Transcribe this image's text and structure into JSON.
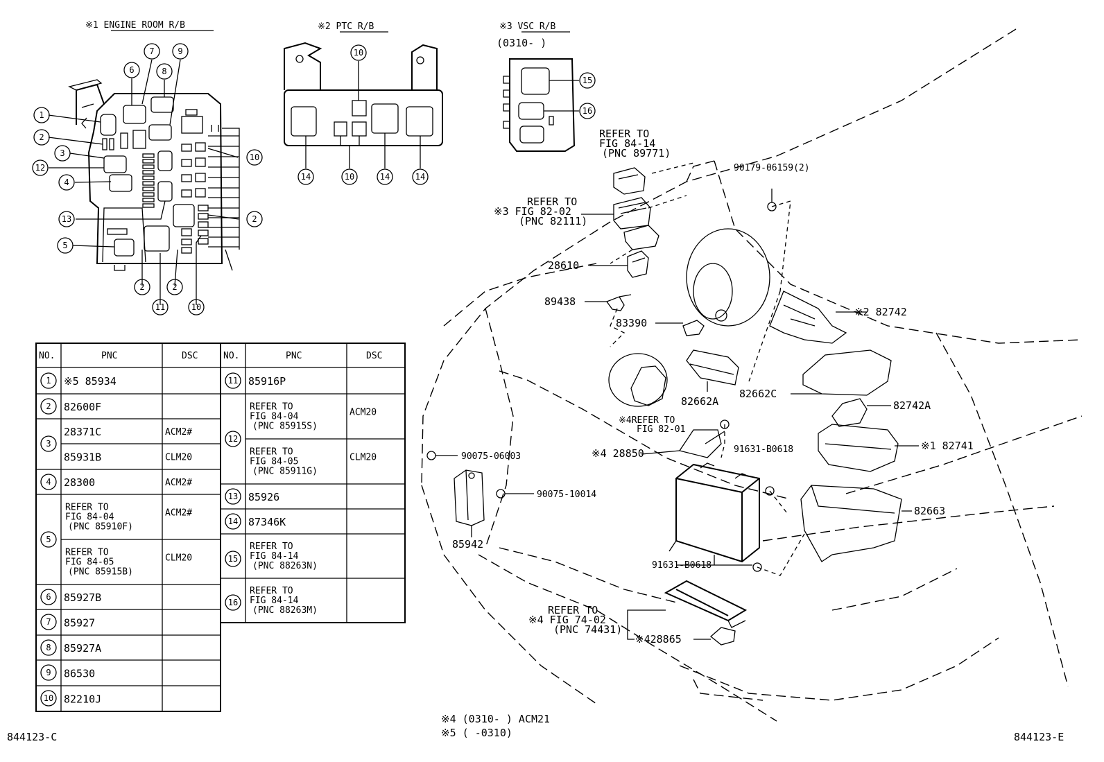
{
  "titles": {
    "engine_room": "※1  ENGINE ROOM R/B",
    "ptc": "※2 PTC R/B",
    "vsc": "※3 VSC R/B",
    "vsc_range": "(0310-      )"
  },
  "table_headers": {
    "no": "NO.",
    "pnc": "PNC",
    "dsc": "DSC"
  },
  "table_left": [
    {
      "no": "1",
      "pnc": "※5 85934",
      "dsc": ""
    },
    {
      "no": "2",
      "pnc": "82600F",
      "dsc": ""
    },
    {
      "no": "3",
      "pnc": "28371C",
      "dsc": "ACM2#"
    },
    {
      "no": "3",
      "pnc": "85931B",
      "dsc": "CLM20"
    },
    {
      "no": "4",
      "pnc": "28300",
      "dsc": "ACM2#"
    },
    {
      "no": "5",
      "pnc": "REFER TO\nFIG 84-04\n(PNC 85910F)",
      "dsc": "ACM2#"
    },
    {
      "no": "5",
      "pnc": "REFER TO\nFIG 84-05\n(PNC 85915B)",
      "dsc": "CLM20"
    },
    {
      "no": "6",
      "pnc": "85927B",
      "dsc": ""
    },
    {
      "no": "7",
      "pnc": "85927",
      "dsc": ""
    },
    {
      "no": "8",
      "pnc": "85927A",
      "dsc": ""
    },
    {
      "no": "9",
      "pnc": "86530",
      "dsc": ""
    },
    {
      "no": "10",
      "pnc": "82210J",
      "dsc": ""
    }
  ],
  "table_right": [
    {
      "no": "11",
      "pnc": "85916P",
      "dsc": ""
    },
    {
      "no": "12",
      "pnc": "REFER TO\nFIG 84-04\n(PNC 85915S)",
      "dsc": "ACM20"
    },
    {
      "no": "12",
      "pnc": "REFER TO\nFIG 84-05\n(PNC 85911G)",
      "dsc": "CLM20"
    },
    {
      "no": "13",
      "pnc": "85926",
      "dsc": ""
    },
    {
      "no": "14",
      "pnc": "87346K",
      "dsc": ""
    },
    {
      "no": "15",
      "pnc": "REFER TO\nFIG 84-14\n(PNC 88263N)",
      "dsc": ""
    },
    {
      "no": "16",
      "pnc": "REFER TO\nFIG 84-14\n(PNC 88263M)",
      "dsc": ""
    }
  ],
  "callouts": {
    "engine_room": [
      "1",
      "2",
      "3",
      "12",
      "4",
      "13",
      "5",
      "6",
      "7",
      "8",
      "9",
      "10",
      "2",
      "2",
      "11",
      "2",
      "10"
    ],
    "ptc": [
      "10",
      "14",
      "10",
      "14",
      "14"
    ],
    "vsc": [
      "15",
      "16"
    ]
  },
  "parts": {
    "refer_89771": "REFER TO\nFIG 84-14\n(PNC 89771)",
    "refer_82111": "REFER TO\n※3 FIG 82-02\n(PNC 82111)",
    "p90179": "90179-06159(2)",
    "p28610": "28610",
    "p89438": "89438",
    "p83390": "83390",
    "p82742": "※2 82742",
    "p82662A": "82662A",
    "p82662C": "82662C",
    "p82742A": "82742A",
    "refer_8201": "※4REFER TO\nFIG 82-01",
    "p91631a": "91631-B0618",
    "p82741": "※1 82741",
    "p28850": "※4 28850",
    "p90075a": "90075-06003",
    "p90075b": "90075-10014",
    "p82663": "82663",
    "p85942": "85942",
    "p91631b": "91631-B0618",
    "refer_7402": "REFER TO\n※4 FIG 74-02\n(PNC 74431)",
    "p28865": "※428865"
  },
  "footnotes": {
    "n4": "※4 (0310-     ) ACM21",
    "n5": "※5 (      -0310)"
  },
  "codes": {
    "left": "844123-C",
    "right": "844123-E"
  }
}
